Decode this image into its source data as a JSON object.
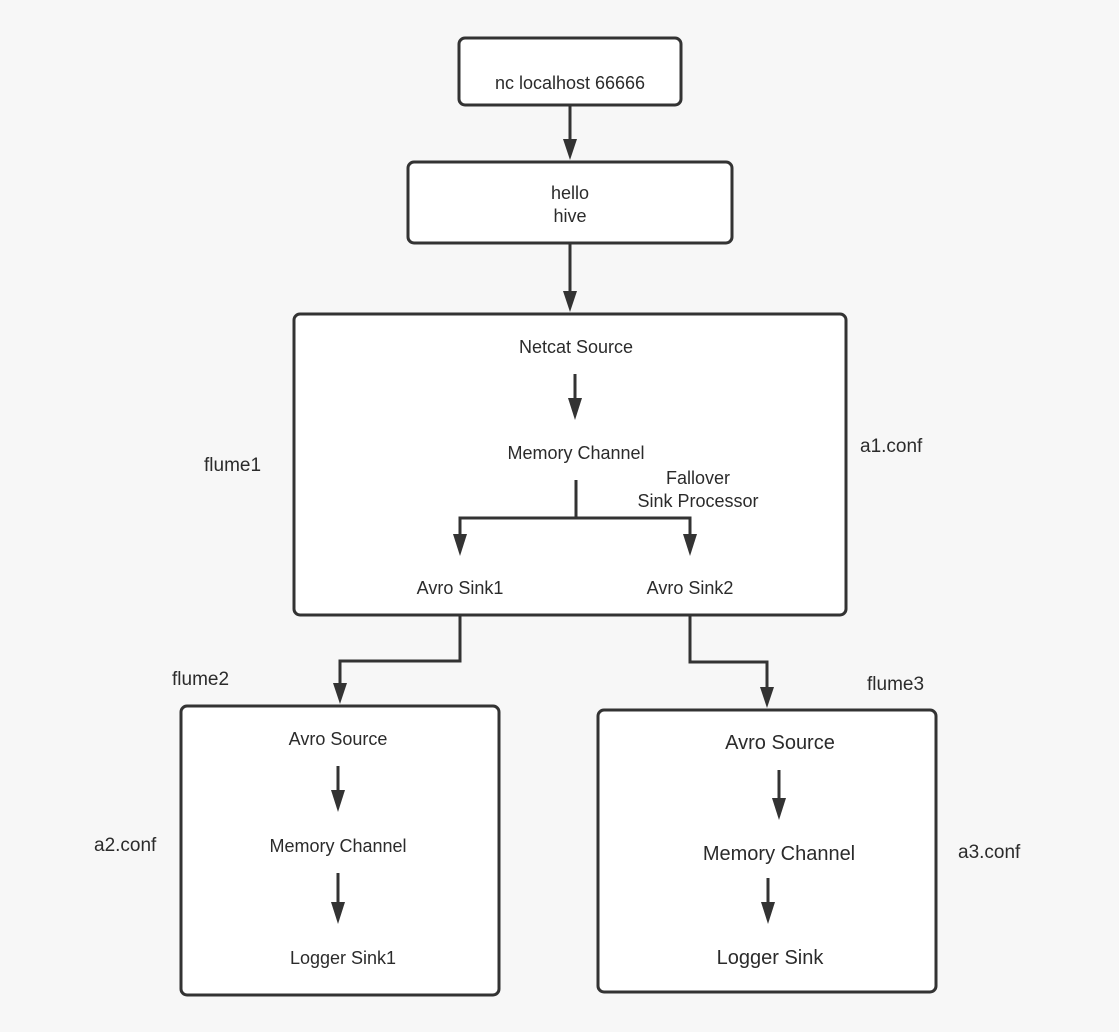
{
  "nodes": {
    "nc_command": "nc localhost 66666",
    "input_lines": [
      "hello",
      "hive"
    ],
    "flume1": {
      "label": "flume1",
      "config": "a1.conf",
      "source": "Netcat Source",
      "channel": "Memory Channel",
      "processor": [
        "Fallover",
        "Sink Processor"
      ],
      "sink1": "Avro Sink1",
      "sink2": "Avro Sink2"
    },
    "flume2": {
      "label": "flume2",
      "config": "a2.conf",
      "source": "Avro Source",
      "channel": "Memory Channel",
      "sink": "Logger Sink1"
    },
    "flume3": {
      "label": "flume3",
      "config": "a3.conf",
      "source": "Avro Source",
      "channel": "Memory Channel",
      "sink": "Logger Sink"
    }
  },
  "colors": {
    "background": "#f7f7f7",
    "box_fill": "#ffffff",
    "stroke": "#333333",
    "text": "#2b2b2b"
  }
}
